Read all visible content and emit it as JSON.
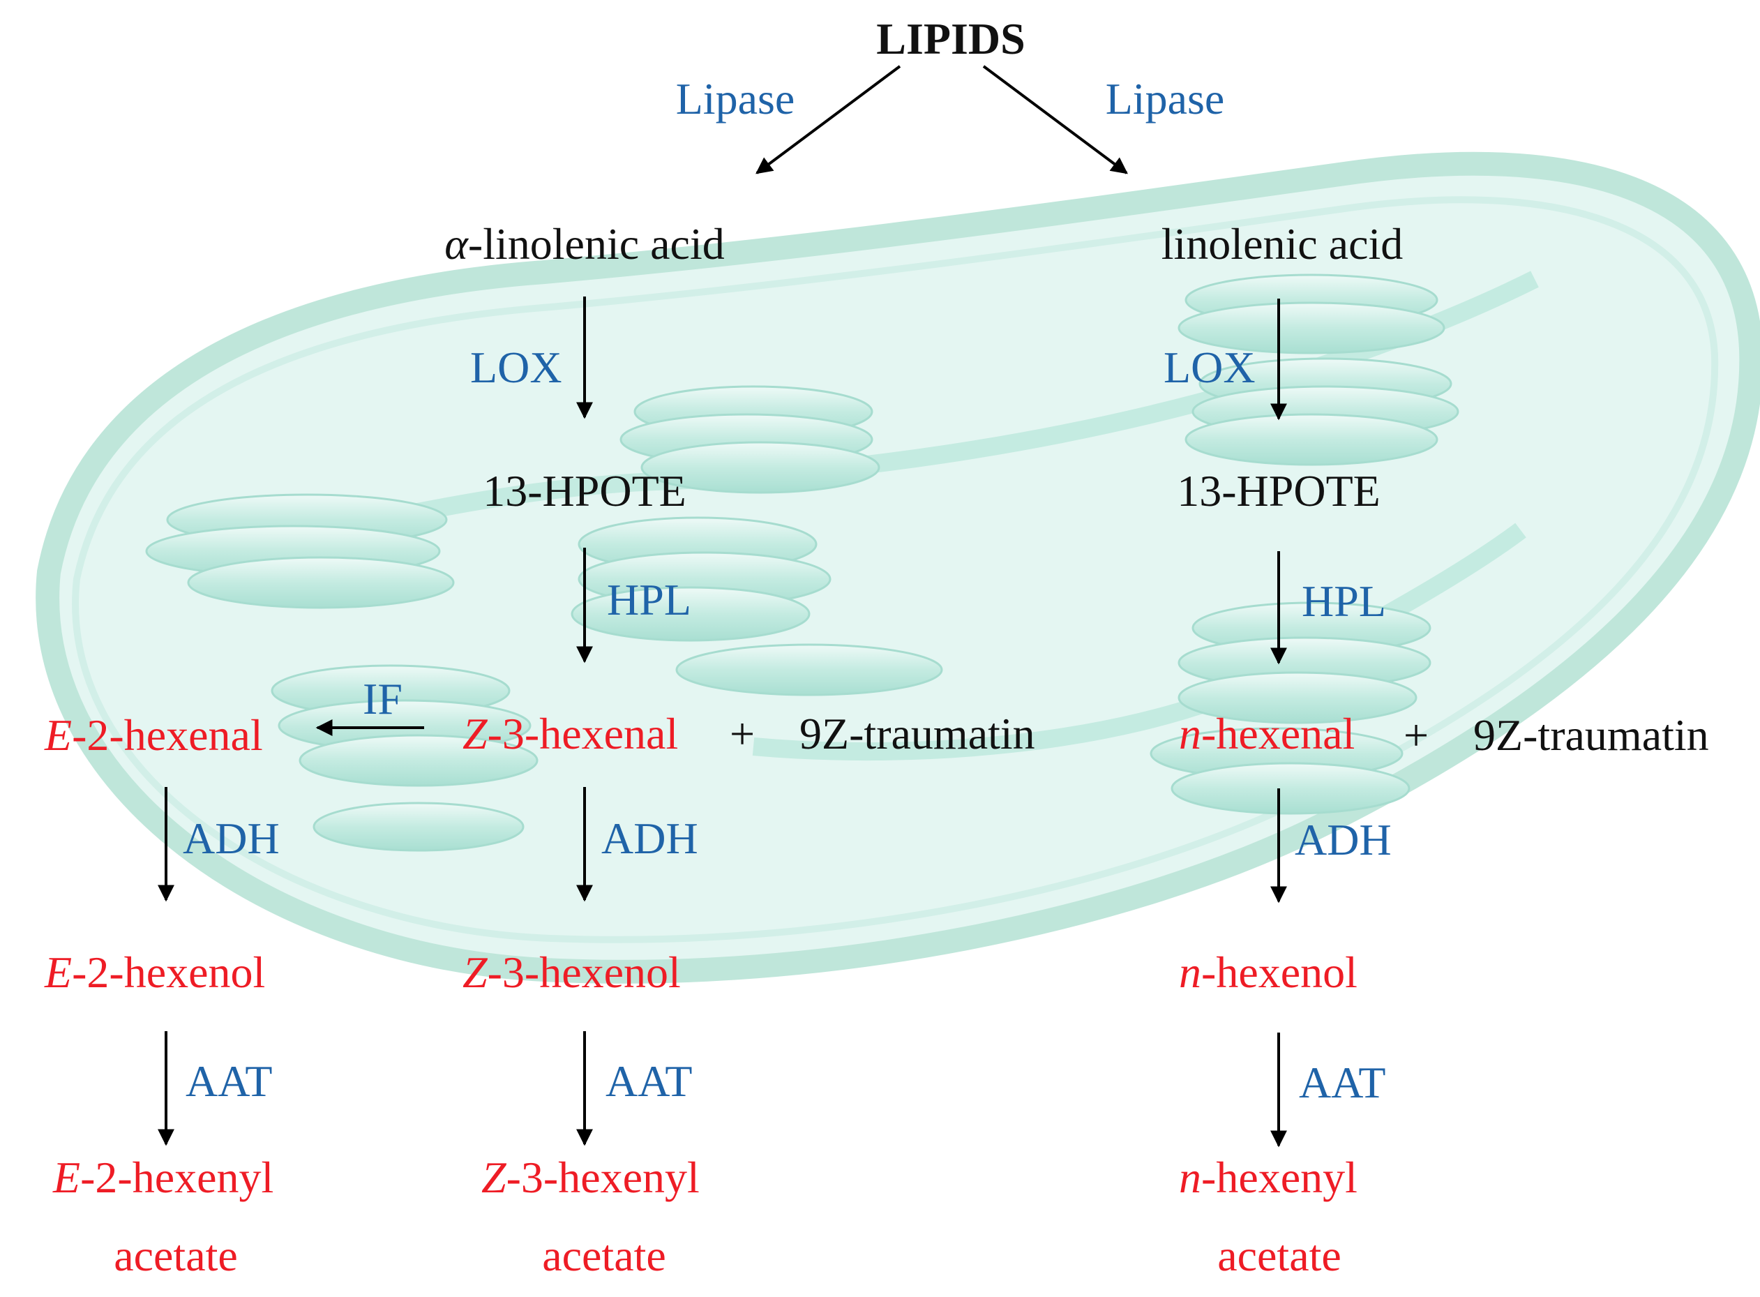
{
  "colors": {
    "product": "#ee1c25",
    "enzyme": "#1f63a8",
    "substrate": "#111111",
    "chloroplast_fill": "#e4f6f2",
    "chloroplast_border": "#bfe6da"
  },
  "diagram": {
    "top_node": "LIPIDS",
    "lipase_left": "Lipase",
    "lipase_right": "Lipase",
    "left": {
      "substrate_prefix": "α",
      "substrate_rest": "-linolenic acid",
      "lox": "LOX",
      "hpote": "13-HPOTE",
      "hpl": "HPL",
      "hexenal_prefix": "Z",
      "hexenal_rest": "-3-hexenal",
      "plus": "+",
      "traumatin": "9Z-traumatin",
      "adh": "ADH",
      "hexenol_prefix": "Z",
      "hexenol_rest": "-3-hexenol",
      "aat": "AAT",
      "acetate_prefix": "Z",
      "acetate_rest": "-3-hexenyl",
      "acetate_line2": "acetate"
    },
    "isomer": {
      "if": "IF",
      "hexenal_prefix": "E",
      "hexenal_rest": "-2-hexenal",
      "adh": "ADH",
      "hexenol_prefix": "E",
      "hexenol_rest": "-2-hexenol",
      "aat": "AAT",
      "acetate_prefix": "E",
      "acetate_rest": "-2-hexenyl",
      "acetate_line2": "acetate"
    },
    "right": {
      "substrate": "linolenic acid",
      "lox": "LOX",
      "hpote": "13-HPOTE",
      "hpl": "HPL",
      "hexenal_prefix": "n",
      "hexenal_rest": "-hexenal",
      "plus": "+",
      "traumatin": "9Z-traumatin",
      "adh": "ADH",
      "hexenol_prefix": "n",
      "hexenol_rest": "-hexenol",
      "aat": "AAT",
      "acetate_prefix": "n",
      "acetate_rest": "-hexenyl",
      "acetate_line2": "acetate"
    }
  }
}
